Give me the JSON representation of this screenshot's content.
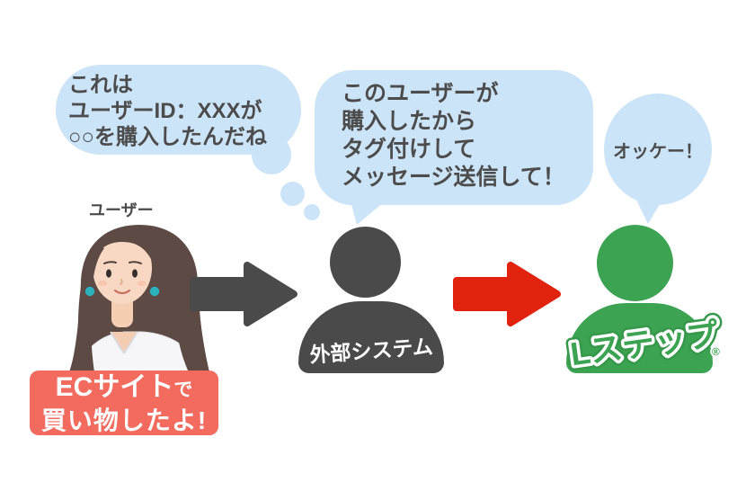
{
  "colors": {
    "bubble_blue": "#cce4f7",
    "dark_gray": "#4a4a4a",
    "arrow_red": "#e0220f",
    "badge_salmon": "#f26b5e",
    "brand_green": "#3ba351",
    "text_dark": "#4c4c4c"
  },
  "thought_bubble": {
    "lines": [
      "これは",
      "ユーザーID：XXXが",
      "○○を購入したんだね"
    ]
  },
  "speech_bubble": {
    "lines": [
      "このユーザーが",
      "購入したから",
      "タグ付けして",
      "メッセージ送信して！"
    ]
  },
  "ok_bubble": {
    "text": "オッケー！"
  },
  "user": {
    "label": "ユーザー"
  },
  "badge": {
    "line1_main": "ECサイト",
    "line1_small": "で",
    "line2": "買い物したよ!"
  },
  "external_system": {
    "label": "外部システム"
  },
  "lstep": {
    "logo_text": "Lステップ",
    "registered": "®"
  }
}
